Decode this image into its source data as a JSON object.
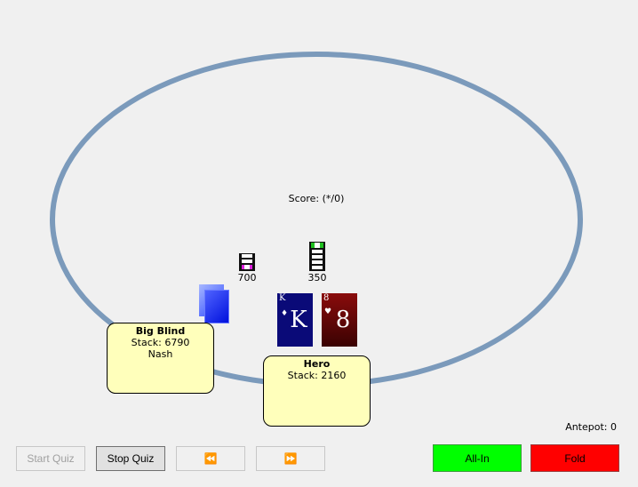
{
  "table": {
    "score": "Score: (*/0)",
    "antepot": "Antepot: 0"
  },
  "bets": [
    {
      "seat": "big-blind",
      "amount": "700"
    },
    {
      "seat": "hero",
      "amount": "350"
    }
  ],
  "seats": {
    "big_blind": {
      "name": "Big Blind",
      "stack": "Stack: 6790",
      "strategy": "Nash"
    },
    "hero": {
      "name": "Hero",
      "stack": "Stack: 2160"
    }
  },
  "hero_cards": [
    {
      "rank": "K",
      "suit": "diamonds",
      "suit_glyph": "♦",
      "color": "#0a0a78"
    },
    {
      "rank": "8",
      "suit": "hearts",
      "suit_glyph": "♥",
      "color": "#8a0c0c"
    }
  ],
  "buttons": {
    "start_quiz": "Start Quiz",
    "stop_quiz": "Stop Quiz",
    "rewind": "⏪",
    "forward": "⏩",
    "all_in": "All-In",
    "fold": "Fold"
  },
  "colors": {
    "table_ring": "#7b9abb",
    "seat_bg": "#ffffbb",
    "all_in": "#00ff00",
    "fold": "#ff0000",
    "chip_big_blind": "#e020e0",
    "chip_hero": "#20c020"
  }
}
